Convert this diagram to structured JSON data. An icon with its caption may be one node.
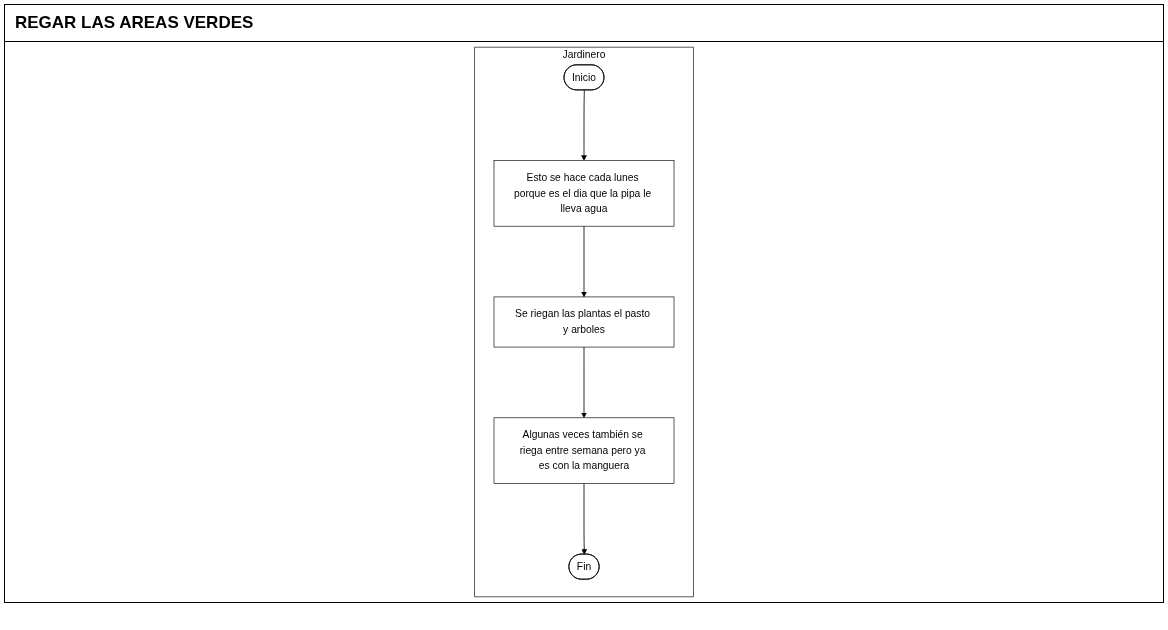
{
  "diagram": {
    "title": "REGAR LAS AREAS VERDES",
    "nodes": [
      {
        "text": [
          "Jardinero"
        ]
      },
      {
        "text": [
          "Inicio"
        ],
        "in": 0
      },
      {
        "text": [
          "Esto se hace cada lunes porque es el dia que la pipa le lleva agua"
        ],
        "in": 0
      },
      {
        "text": [
          "Se riegan las plantas el pasto y arboles"
        ],
        "in": 0
      },
      {
        "text": [
          "Algunas veces también se riega entre semana pero ya es con la manguera"
        ],
        "in": 0
      },
      {
        "text": [
          "Fin"
        ],
        "in": 0
      }
    ],
    "edges": [
      {
        "from": 1,
        "to": 2,
        "arrow": "to"
      },
      {
        "from": 2,
        "to": 3,
        "arrow": "to"
      },
      {
        "from": 3,
        "to": 4,
        "arrow": "to"
      },
      {
        "from": 4,
        "to": 5,
        "arrow": "to"
      }
    ]
  }
}
